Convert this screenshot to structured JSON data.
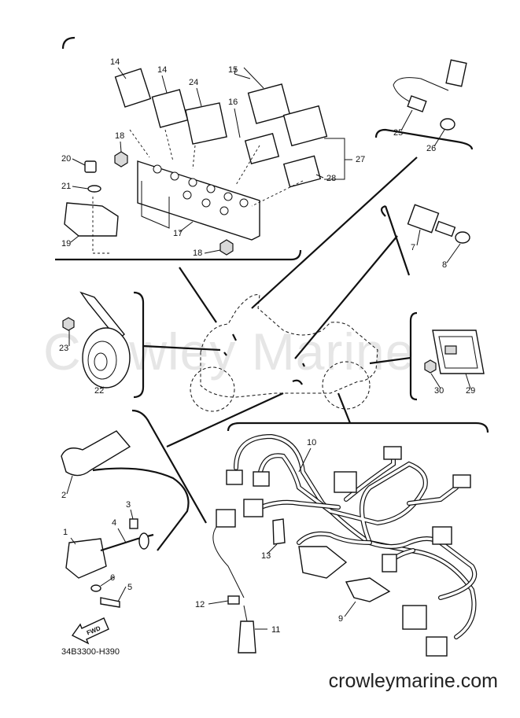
{
  "diagram": {
    "code": "34B3300-H390",
    "watermark": "Crowley Marine",
    "site": "crowleymarine.com",
    "fwd_label": "FWD",
    "callouts": [
      "14",
      "14",
      "24",
      "15",
      "16",
      "18",
      "20",
      "21",
      "19",
      "17",
      "18",
      "27",
      "28",
      "25",
      "26",
      "7",
      "8",
      "23",
      "22",
      "30",
      "29",
      "10",
      "2",
      "3",
      "1",
      "4",
      "6",
      "5",
      "13",
      "12",
      "9",
      "11"
    ]
  }
}
